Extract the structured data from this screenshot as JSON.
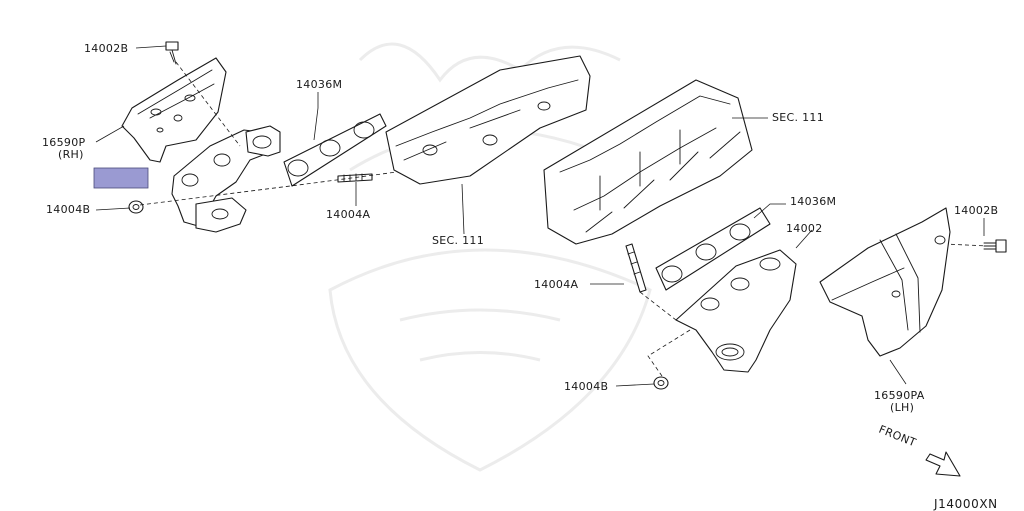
{
  "diagram": {
    "labels": {
      "bolt_top_left": "14002B",
      "cover_rh_part": "16590P",
      "cover_rh_side": "(RH)",
      "nut_left": "14004B",
      "gasket_left": "14036M",
      "stud_left": "14004A",
      "sec_left": "SEC. 111",
      "sec_right": "SEC. 111",
      "gasket_right": "14036M",
      "manifold_right": "14002",
      "stud_right": "14004A",
      "nut_right": "14004B",
      "bolt_right": "14002B",
      "cover_lh_part": "16590PA",
      "cover_lh_side": "(LH)",
      "front": "FRONT",
      "diagram_code": "J14000XN"
    },
    "highlight_color": "#9a9ad2"
  }
}
